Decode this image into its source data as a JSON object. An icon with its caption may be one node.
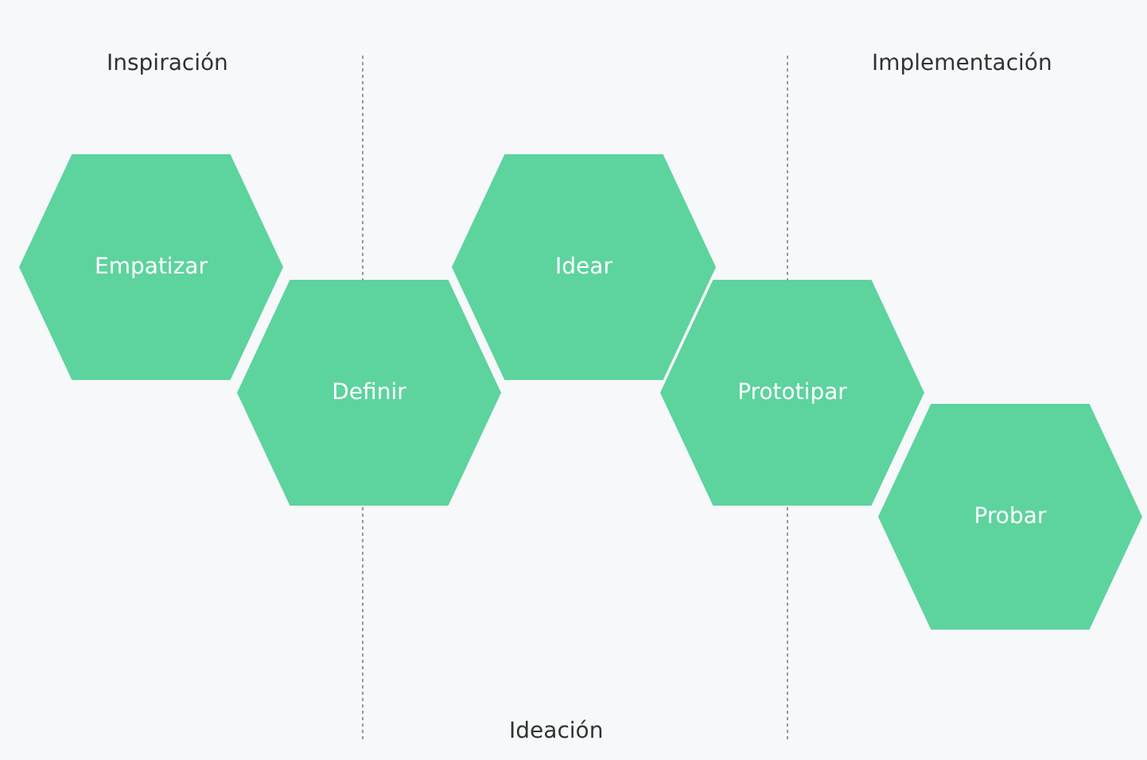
{
  "diagram": {
    "nodes": [
      {
        "text": [
          "Empatizar"
        ]
      },
      {
        "text": [
          "Definir"
        ]
      },
      {
        "text": [
          "Idear"
        ]
      },
      {
        "text": [
          "Prototipar"
        ]
      },
      {
        "text": [
          "Probar"
        ]
      }
    ],
    "labels": [
      "Inspiración",
      "Implementación",
      "Ideación"
    ]
  }
}
